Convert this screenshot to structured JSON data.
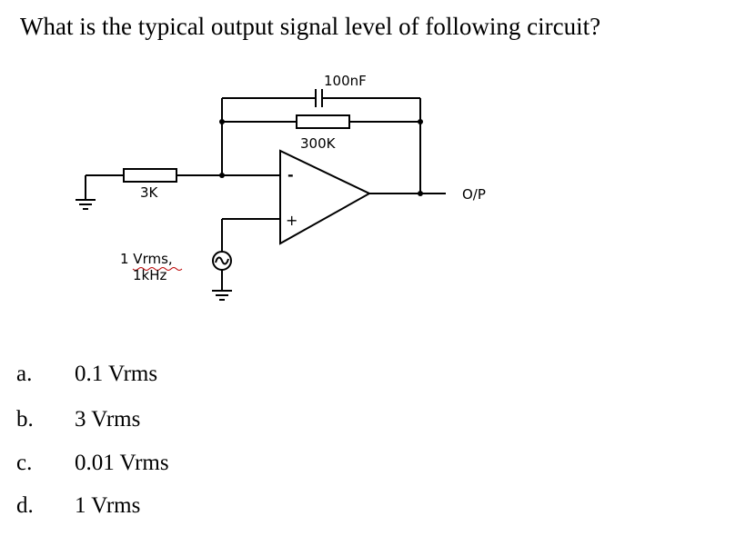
{
  "question": "What is the typical output signal level of following circuit?",
  "circuit": {
    "capacitor_label": "100nF",
    "feedback_resistor_label": "300K",
    "input_resistor_label": "3K",
    "output_label": "O/P",
    "source_label_line1": "1 Vrms,",
    "source_label_line2": "1kHz",
    "inverting_sign": "-",
    "noninverting_sign": "+"
  },
  "options": [
    {
      "letter": "a.",
      "value": "0.1 Vrms"
    },
    {
      "letter": "b.",
      "value": "3 Vrms"
    },
    {
      "letter": "c.",
      "value": "0.01 Vrms"
    },
    {
      "letter": "d.",
      "value": "1 Vrms"
    }
  ]
}
